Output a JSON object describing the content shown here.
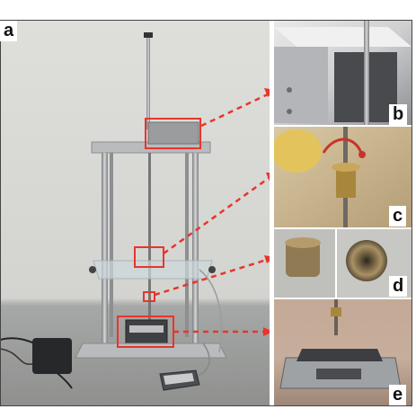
{
  "panels": {
    "a": {
      "label": "a"
    },
    "b": {
      "label": "b"
    },
    "c": {
      "label": "c"
    },
    "d": {
      "label": "d"
    },
    "e": {
      "label": "e"
    }
  },
  "colors": {
    "highlight": "#e8352c",
    "frame_metal": "#a8aaad",
    "wall": "#dcdcd8",
    "floor": "#9a9b99",
    "brass": "#a8873c"
  }
}
